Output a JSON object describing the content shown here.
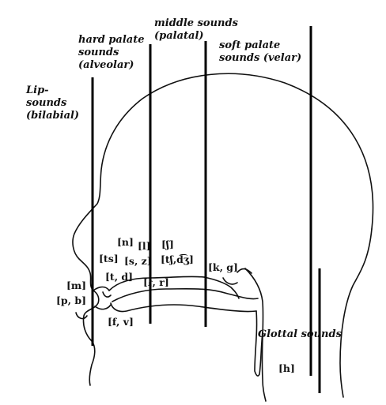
{
  "categories": {
    "lip": "Lip-\nsounds\n(bilabial)",
    "hard_palate": "hard palate\nsounds\n(alveolar)",
    "middle": "middle sounds\n(palatal)",
    "soft_palate": "soft palate\nsounds (velar)",
    "glottal": "Glottal sounds"
  },
  "sounds": {
    "n": "[n]",
    "l": "[l]",
    "sh": "[ʃ]",
    "ts": "[ts]",
    "s_z": "[s, z]",
    "tsh_dzh": "[tʃ,d͡ʒ]",
    "k_g": "[k, g]",
    "t_d": "[t, d]",
    "r_r": "[ɾ, r]",
    "m": "[m]",
    "p_b": "[p, b]",
    "f_v": "[f, v]",
    "h": "[h]"
  },
  "colors": {
    "ink": "#111111",
    "background": "#ffffff"
  }
}
